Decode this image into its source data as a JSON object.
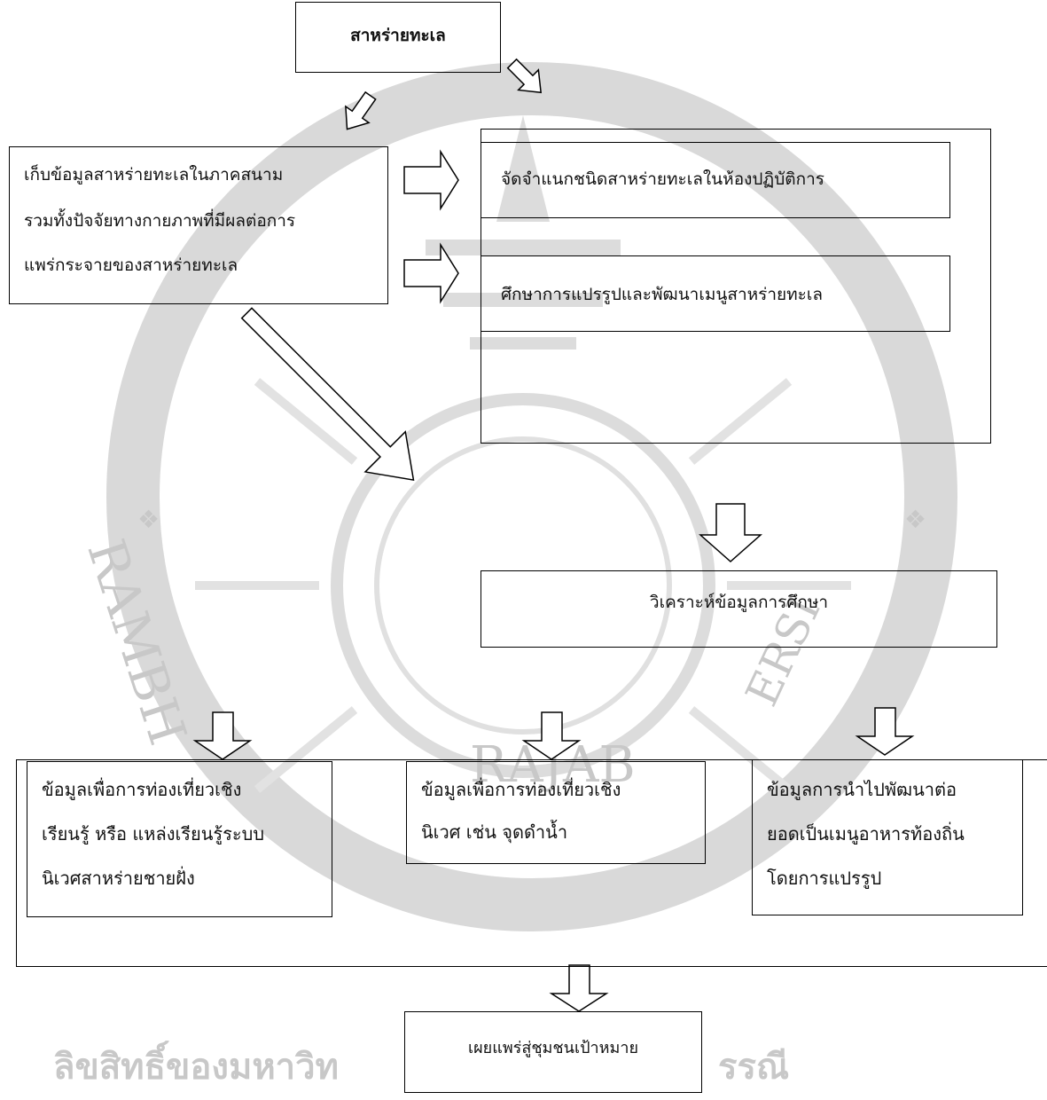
{
  "title_box": "สาหร่ายทะเล",
  "field_box": {
    "lines": [
      "เก็บข้อมูลสาหร่ายทะเลในภาคสนาม",
      "รวมทั้งปัจจัยทางกายภาพที่มีผลต่อการ",
      "แพร่กระจายของสาหร่ายทะเล"
    ]
  },
  "lab_box": "จัดจำแนกชนิดสาหร่ายทะเลในห้องปฏิบัติการ",
  "process_box": "ศึกษาการแปรรูปและพัฒนาเมนูสาหร่ายทะเล",
  "analysis_box": "วิเคราะห์ข้อมูลการศึกษา",
  "outputs": [
    {
      "lines": [
        "ข้อมูลเพื่อการท่องเที่ยวเชิง",
        "เรียนรู้ หรือ แหล่งเรียนรู้ระบบ",
        "นิเวศสาหร่ายชายฝั่ง"
      ]
    },
    {
      "lines": [
        "ข้อมูลเพื่อการท่องเที่ยวเชิง",
        "นิเวศ เช่น จุดดำน้ำ"
      ]
    },
    {
      "lines": [
        "ข้อมูลการนำไปพัฒนาต่อ",
        "ยอดเป็นเมนูอาหารท้องถิ่น",
        "โดยการแปรรูป"
      ]
    }
  ],
  "dissemination_box": "เผยแพร่สู่ชุมชนเป้าหมาย",
  "watermark": {
    "bottom_left": "ลิขสิทธิ์ของมหาวิท",
    "bottom_right": "รรณี",
    "arc_left": "RAMBH",
    "arc_bottom": "RAJAB",
    "arc_right": "ERSI"
  },
  "colors": {
    "line": "#000000",
    "watermark": "#c8c8c8",
    "background": "#ffffff"
  }
}
